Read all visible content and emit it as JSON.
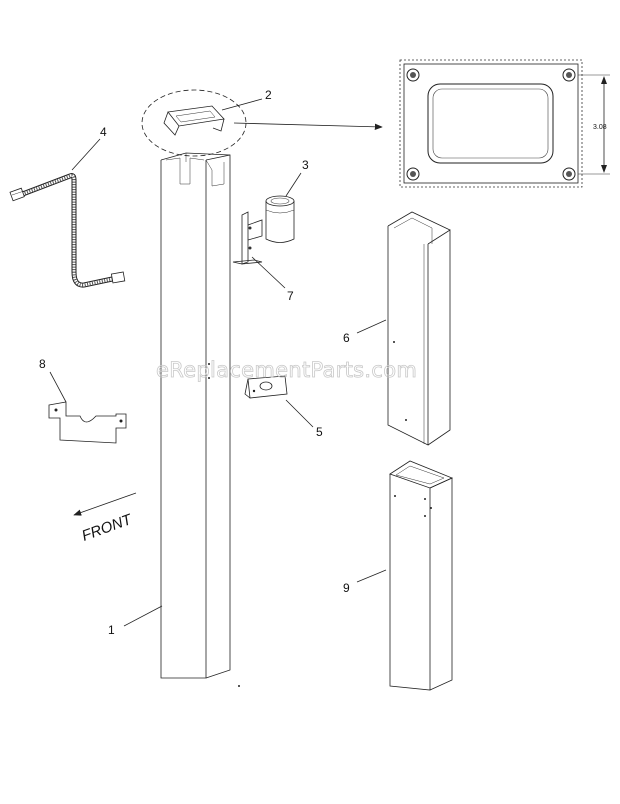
{
  "callouts": {
    "c1": "1",
    "c2": "2",
    "c3": "3",
    "c4": "4",
    "c5": "5",
    "c6": "6",
    "c7": "7",
    "c8": "8",
    "c9": "9"
  },
  "front_label": "FRONT",
  "dimension_label": "3.08",
  "watermark": "eReplacementParts.com"
}
